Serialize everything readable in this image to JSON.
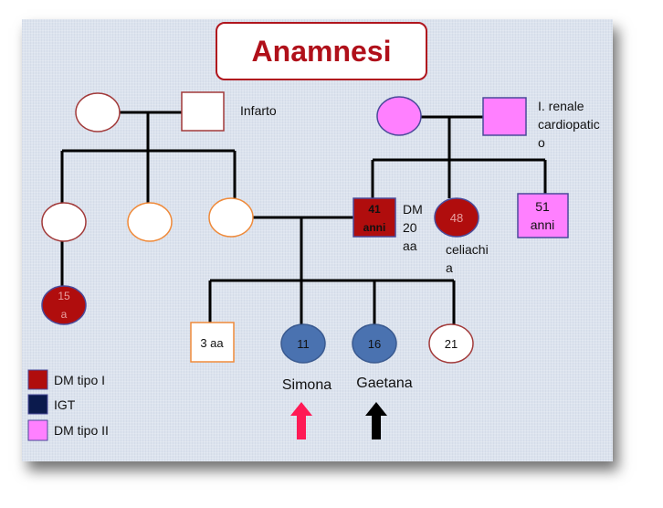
{
  "title": "Anamnesi",
  "colors": {
    "dm_tipo_1": "#b00d0d",
    "igt": "#4a72b0",
    "igt_legend": "#0b1a4d",
    "dm_tipo_2": "#ff80ff",
    "line": "#000000"
  },
  "annotations": {
    "infarto": "Infarto",
    "renale": [
      "I. renale",
      "cardiopatic",
      "o"
    ],
    "dm20": [
      "DM",
      "20",
      "aa"
    ],
    "celiachia": [
      "celiachi",
      "a"
    ]
  },
  "people": {
    "son_41": [
      "41",
      "anni"
    ],
    "daughter_48": "48",
    "son_51": [
      "51",
      "anni"
    ],
    "cousin_15": [
      "15",
      "a"
    ],
    "child_3": "3 aa",
    "child_11": "11",
    "child_16": "16",
    "child_21": "21"
  },
  "probands": {
    "simona": "Simona",
    "gaetana": "Gaetana",
    "simona_arrow_color": "#ff1a55",
    "gaetana_arrow_color": "#000000"
  },
  "legend": [
    {
      "label": "DM tipo I",
      "color": "#b00d0d"
    },
    {
      "label": "IGT",
      "color": "#0b1a4d"
    },
    {
      "label": "DM tipo II",
      "color": "#ff80ff"
    }
  ]
}
